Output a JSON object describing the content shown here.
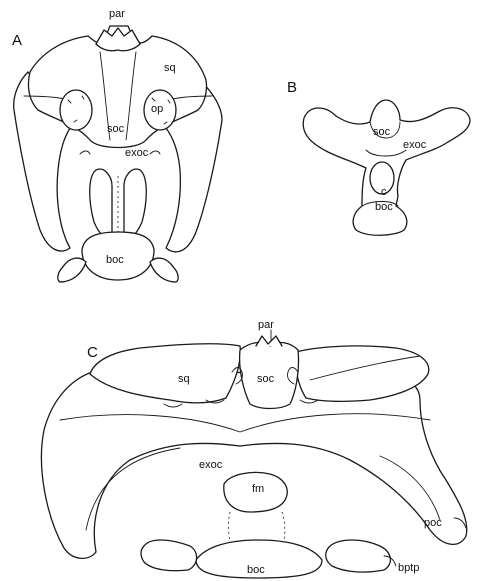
{
  "panels": {
    "a": {
      "letter": "A",
      "labels": {
        "par": "par",
        "sq": "sq",
        "op": "op",
        "soc": "soc",
        "exoc": "exoc",
        "boc": "boc"
      }
    },
    "b": {
      "letter": "B",
      "labels": {
        "soc": "soc",
        "exoc": "exoc",
        "c": "c",
        "boc": "boc"
      }
    },
    "c": {
      "letter": "C",
      "labels": {
        "par": "par",
        "sq": "sq",
        "soc": "soc",
        "exoc": "exoc",
        "fm": "fm",
        "poc": "poc",
        "boc": "boc",
        "bptp": "bptp"
      }
    }
  }
}
